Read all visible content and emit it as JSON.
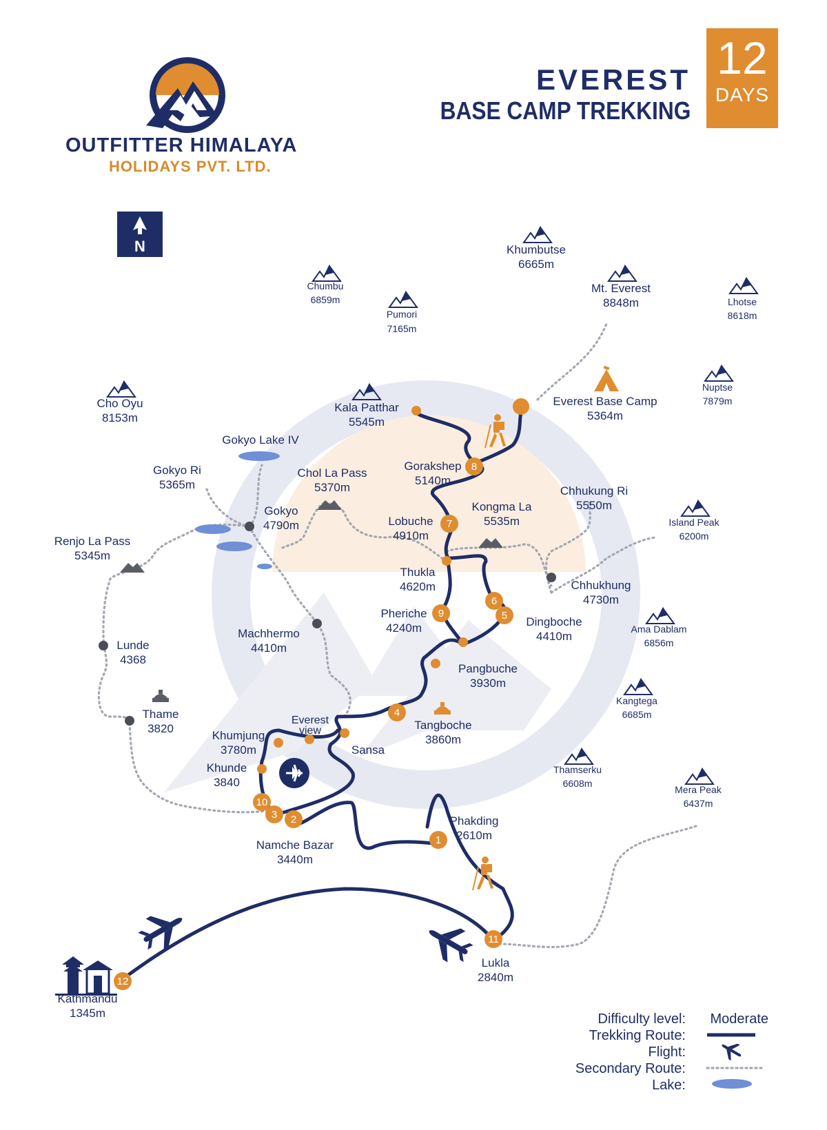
{
  "brand": {
    "name_line1": "OUTFITTER HIMALAYA",
    "name_line2": "HOLIDAYS PVT. LTD."
  },
  "title": {
    "line1": "EVEREST",
    "line2": "BASE CAMP TREKKING"
  },
  "duration": {
    "number": "12",
    "unit": "DAYS"
  },
  "north_label": "N",
  "peaks": [
    {
      "name": "Khumbutse",
      "elev": "6665m"
    },
    {
      "name": "Chumbu",
      "elev": "6859m"
    },
    {
      "name": "Mt. Everest",
      "elev": "8848m"
    },
    {
      "name": "Lhotse",
      "elev": "8618m"
    },
    {
      "name": "Pumori",
      "elev": "7165m"
    },
    {
      "name": "Nuptse",
      "elev": "7879m"
    },
    {
      "name": "Cho Oyu",
      "elev": "8153m"
    },
    {
      "name": "Kala Patthar",
      "elev": "5545m"
    },
    {
      "name": "Island Peak",
      "elev": "6200m"
    },
    {
      "name": "Ama Dablam",
      "elev": "6856m"
    },
    {
      "name": "Kangtega",
      "elev": "6685m"
    },
    {
      "name": "Thamserku",
      "elev": "6608m"
    },
    {
      "name": "Mera Peak",
      "elev": "6437m"
    }
  ],
  "places": [
    {
      "name": "Everest Base Camp",
      "elev": "5364m"
    },
    {
      "name": "Gorakshep",
      "elev": "5140m"
    },
    {
      "name": "Gokyo Lake IV",
      "elev": ""
    },
    {
      "name": "Gokyo Ri",
      "elev": "5365m"
    },
    {
      "name": "Chol La Pass",
      "elev": "5370m"
    },
    {
      "name": "Gokyo",
      "elev": "4790m"
    },
    {
      "name": "Renjo La Pass",
      "elev": "5345m"
    },
    {
      "name": "Kongma La",
      "elev": "5535m"
    },
    {
      "name": "Chhukung Ri",
      "elev": "5550m"
    },
    {
      "name": "Lobuche",
      "elev": "4910m"
    },
    {
      "name": "Thukla",
      "elev": "4620m"
    },
    {
      "name": "Chhukhung",
      "elev": "4730m"
    },
    {
      "name": "Pheriche",
      "elev": "4240m"
    },
    {
      "name": "Dingboche",
      "elev": "4410m"
    },
    {
      "name": "Machhermo",
      "elev": "4410m"
    },
    {
      "name": "Lunde",
      "elev": "4368"
    },
    {
      "name": "Pangbuche",
      "elev": "3930m"
    },
    {
      "name": "Thame",
      "elev": "3820"
    },
    {
      "name": "Tangboche",
      "elev": "3860m"
    },
    {
      "name": "Khumjung",
      "elev": "3780m"
    },
    {
      "name": "Everest",
      "elev": "view"
    },
    {
      "name": "Sansa",
      "elev": ""
    },
    {
      "name": "Khunde",
      "elev": "3840"
    },
    {
      "name": "Namche Bazar",
      "elev": "3440m"
    },
    {
      "name": "Phakding",
      "elev": "2610m"
    },
    {
      "name": "Lukla",
      "elev": "2840m"
    },
    {
      "name": "Kathmandu",
      "elev": "1345m"
    }
  ],
  "day_markers": [
    "1",
    "2",
    "3",
    "4",
    "5",
    "6",
    "7",
    "8",
    "9",
    "10",
    "11",
    "12"
  ],
  "legend": {
    "difficulty_label": "Difficulty level:",
    "difficulty_value": "Moderate",
    "trekking_route": "Trekking Route:",
    "flight": "Flight:",
    "secondary_route": "Secondary Route:",
    "lake": "Lake:"
  },
  "colors": {
    "navy": "#1f2d66",
    "orange": "#df8d30",
    "grey": "#9aa0ac",
    "lake": "#6f8fd6",
    "watermark": "#e4e7ef",
    "peach": "#fbecdc"
  }
}
